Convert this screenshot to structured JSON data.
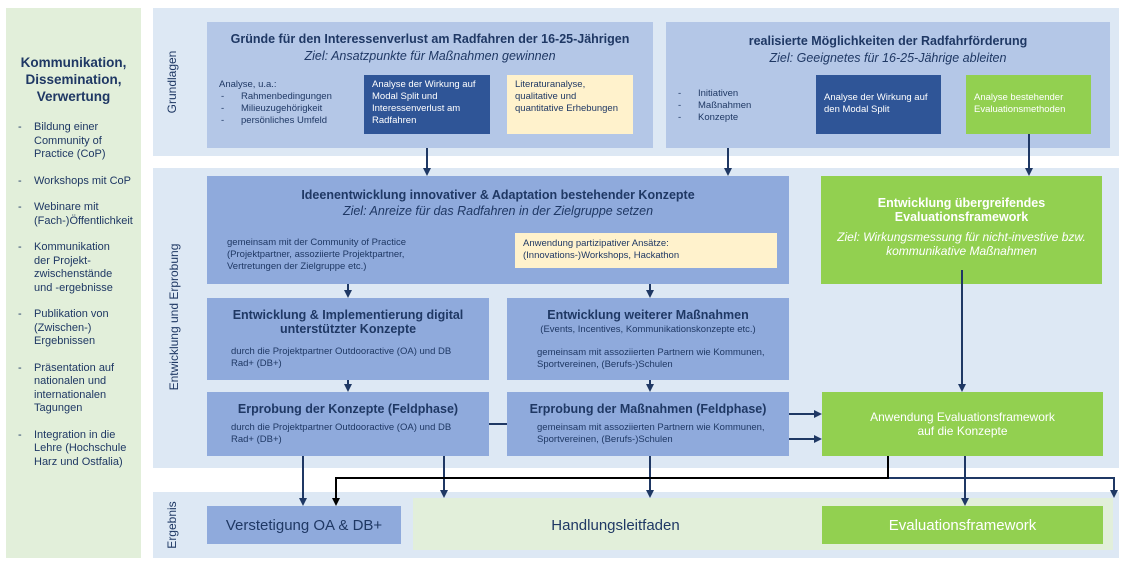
{
  "sidebar": {
    "title": "Kommunikation, Dissemination, Verwertung",
    "items": [
      "Bildung einer Community of Practice (CoP)",
      "Workshops mit CoP",
      "Webinare mit (Fach-)Öffentlichkeit",
      "Kommunikation der Projekt-zwischenstände und -ergebnisse",
      "Publikation von (Zwischen-) Ergebnissen",
      "Präsentation auf nationalen und internationalen Tagungen",
      "Integration in die Lehre (Hochschule Harz und Ostfalia)"
    ]
  },
  "phases": {
    "grundlagen": "Grundlagen",
    "entwicklung": "Entwicklung und Erprobung",
    "ergebnis": "Ergebnis"
  },
  "grundlagen": {
    "left": {
      "title": "Gründe für den Interessenverlust am Radfahren der 16-25-Jährigen",
      "goal": "Ziel: Ansatzpunkte für Maßnahmen gewinnen",
      "analysis_heading": "Analyse, u.a.:",
      "analysis_items": [
        "Rahmenbedingungen",
        "Milieuzugehörigkeit",
        "persönliches Umfeld"
      ],
      "dark_box": "Analyse der Wirkung auf Modal Split und Interessenverlust am Radfahren",
      "cream_box": "Literaturanalyse, qualitative und quantitative Erhebungen"
    },
    "right": {
      "title": "realisierte Möglichkeiten der Radfahrförderung",
      "goal": "Ziel: Geeignetes für 16-25-Jährige ableiten",
      "items": [
        "Initiativen",
        "Maßnahmen",
        "Konzepte"
      ],
      "dark_box": "Analyse der Wirkung auf den Modal Split",
      "green_box": "Analyse bestehender Evaluationsmethoden"
    }
  },
  "entwicklung": {
    "ideen": {
      "title": "Ideenentwicklung innovativer & Adaptation bestehender Konzepte",
      "goal": "Ziel: Anreize für das Radfahren in der Zielgruppe setzen",
      "text": "gemeinsam mit der Community of Practice (Projektpartner, assoziierte Projektpartner, Vertretungen der Zielgruppe etc.)",
      "cream_box": "Anwendung partizipativer Ansätze: (Innovations-)Workshops, Hackathon"
    },
    "eval_dev": {
      "title": "Entwicklung übergreifendes Evaluationsframework",
      "goal": "Ziel: Wirkungsmessung für nicht-investive bzw. kommunikative Maßnahmen"
    },
    "digital": {
      "title": "Entwicklung & Implementierung digital unterstützter Konzepte",
      "text": "durch die Projektpartner Outdooractive (OA) und DB Rad+ (DB+)"
    },
    "weitere": {
      "title": "Entwicklung weiterer Maßnahmen",
      "subtitle": "(Events, Incentives, Kommunikationskonzepte etc.)",
      "text": "gemeinsam mit assoziierten Partnern wie Kommunen, Sportvereinen, (Berufs-)Schulen"
    },
    "erprobung_konzepte": {
      "title": "Erprobung der Konzepte (Feldphase)",
      "text": "durch die Projektpartner Outdooractive (OA) und DB Rad+ (DB+)"
    },
    "erprobung_massnahmen": {
      "title": "Erprobung der Maßnahmen (Feldphase)",
      "text": "gemeinsam mit assoziierten Partnern wie Kommunen, Sportvereinen, (Berufs-)Schulen"
    },
    "eval_apply": {
      "title": "Anwendung Evaluationsframework auf die Konzepte"
    }
  },
  "ergebnis": {
    "verstetigung": "Verstetigung OA & DB+",
    "leitfaden": "Handlungsleitfaden",
    "framework": "Evaluationsframework"
  },
  "colors": {
    "band": "#dde8f4",
    "light_blue": "#b4c7e7",
    "mid_blue": "#8faadc",
    "dark_blue": "#2f5597",
    "cream": "#fff2cc",
    "green": "#92d050",
    "pale_green": "#e2efda",
    "arrow": "#1f3864"
  }
}
